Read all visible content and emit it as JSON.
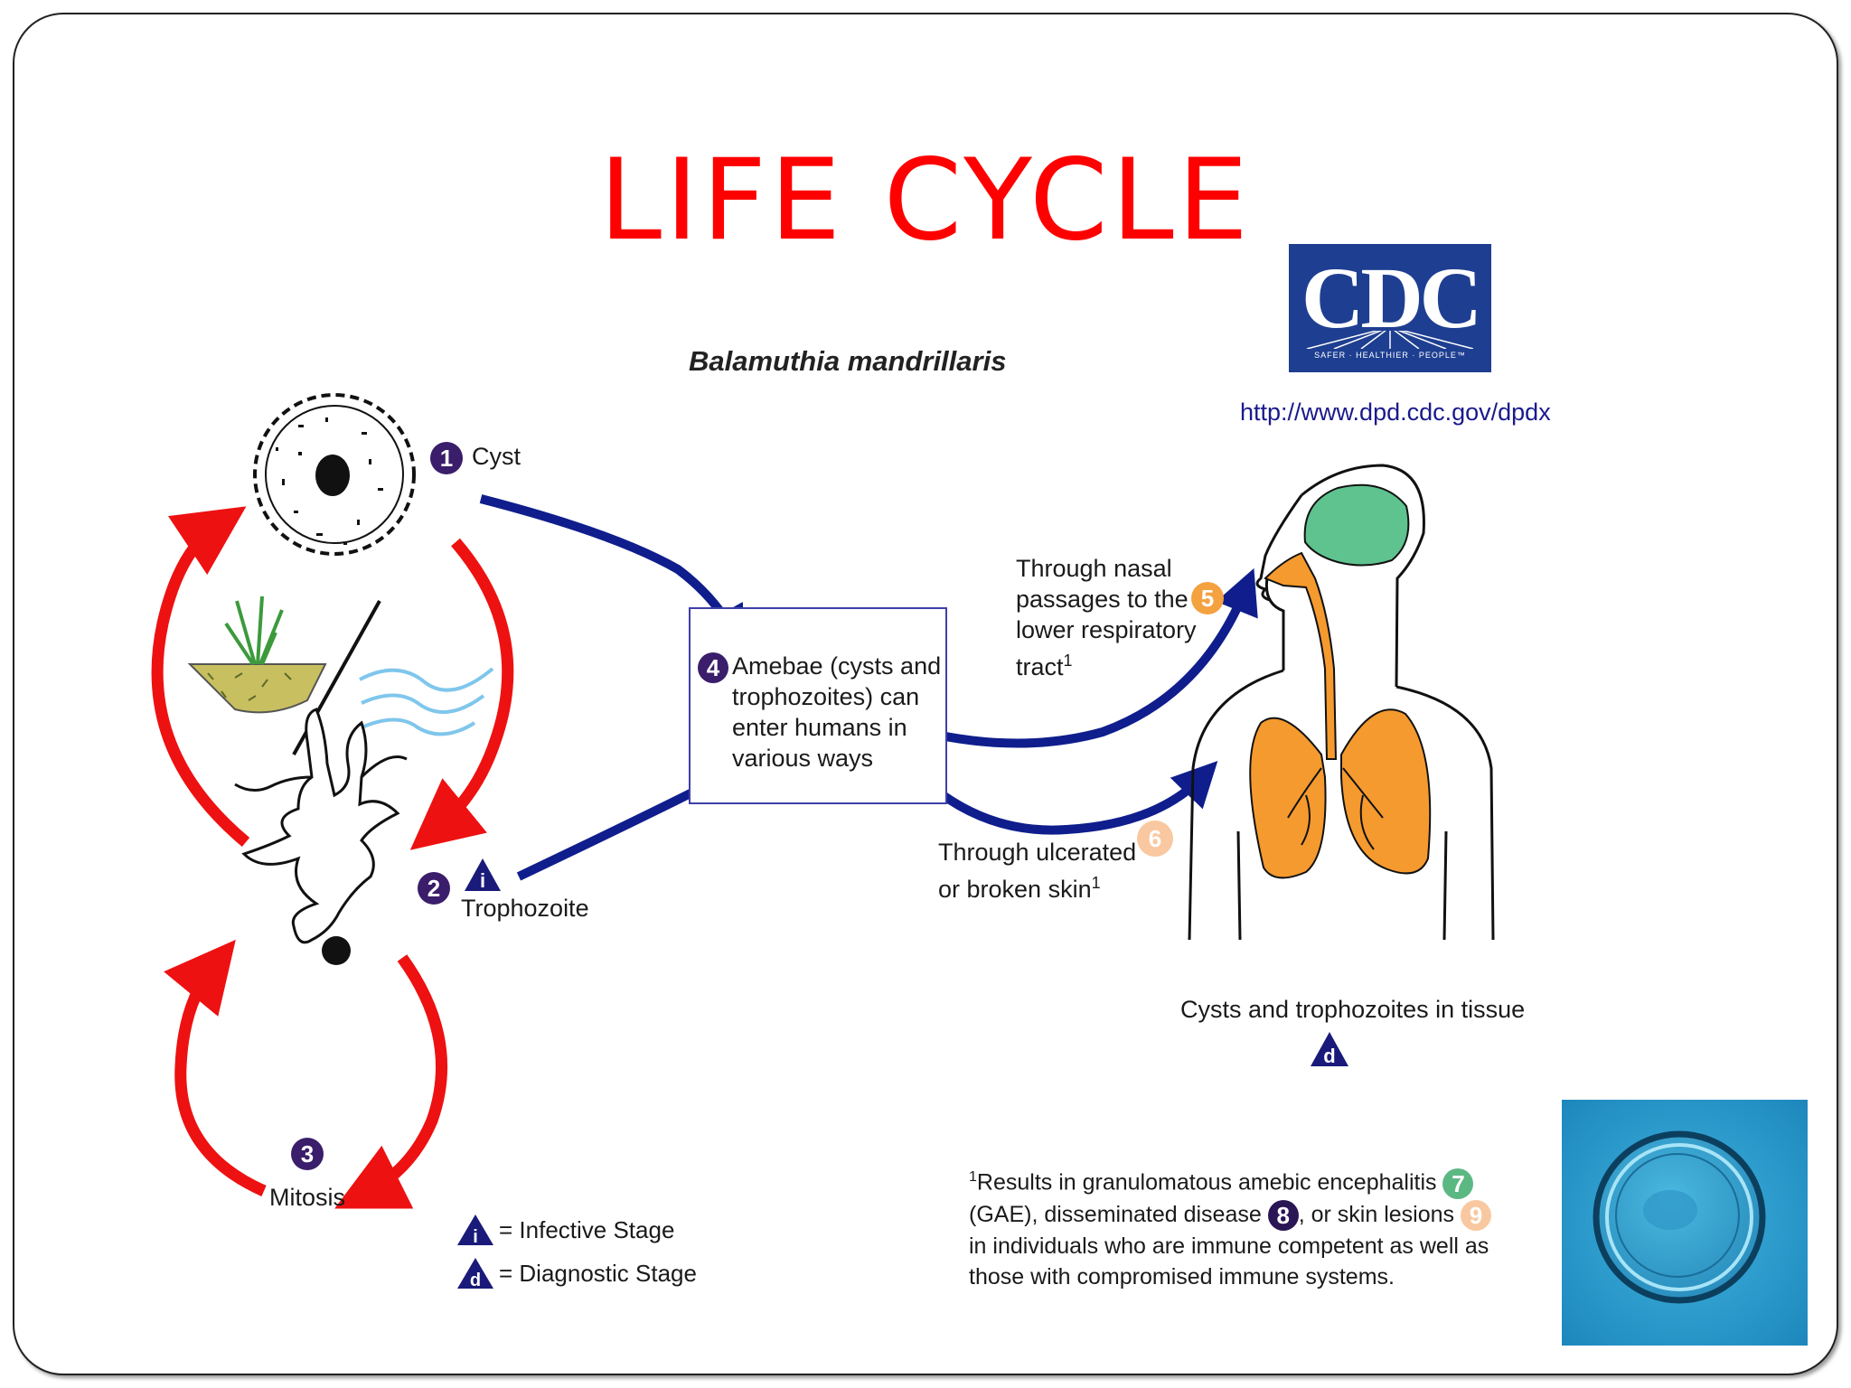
{
  "slide_title": "LIFE CYCLE",
  "species": "Balamuthia mandrillaris",
  "source": {
    "logo_text": "CDC",
    "logo_tagline": "SAFER · HEALTHIER · PEOPLE™",
    "url": "http://www.dpd.cdc.gov/dpdx"
  },
  "stages": {
    "s1": {
      "num": "1",
      "label": "Cyst"
    },
    "s2": {
      "num": "2",
      "label": "Trophozoite",
      "marker": "i"
    },
    "s3": {
      "num": "3",
      "label": "Mitosis"
    },
    "s4": {
      "num": "4",
      "lines": [
        "Amebae (cysts and",
        "trophozoites) can",
        "enter humans in",
        "various ways"
      ]
    },
    "s5": {
      "num": "5",
      "lines": [
        "Through nasal",
        "passages to the",
        "lower respiratory",
        "tract"
      ],
      "sup": "1"
    },
    "s6": {
      "num": "6",
      "lines": [
        "Through ulcerated",
        "or broken skin"
      ],
      "sup": "1"
    }
  },
  "tissue_label": "Cysts and trophozoites in tissue",
  "tissue_marker": "d",
  "legend": {
    "infective_marker": "i",
    "infective": "= Infective Stage",
    "diagnostic_marker": "d",
    "diagnostic": "= Diagnostic Stage"
  },
  "footnote": {
    "sup": "1",
    "line1": "Results in granulomatous amebic encephalitis",
    "num7": "7",
    "line2a": "(GAE), disseminated disease",
    "num8": "8",
    "line2b": ", or skin lesions",
    "num9": "9",
    "line3": "in individuals who are immune competent as well as",
    "line4": "those with compromised immune systems."
  },
  "colors": {
    "title": "#ff0000",
    "cycle_arrow": "#ee1111",
    "entry_arrow": "#0f1e8c",
    "brain": "#5ec38e",
    "lungs": "#f59a2e",
    "badge": "#3a1d6b",
    "cdc": "#1e3f91"
  }
}
